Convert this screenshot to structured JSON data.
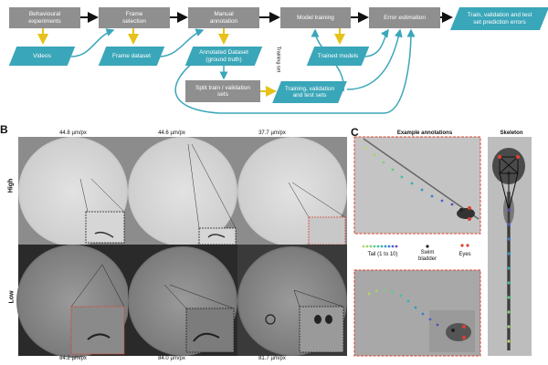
{
  "flowchart": {
    "boxes": {
      "behavioural": "Behavioural\nexperiments",
      "frame_selection": "Frame\nselection",
      "manual_annotation": "Manual\nannotation",
      "model_training": "Model training",
      "error_estimation": "Error estimation",
      "split": "Split train / validation\nsets"
    },
    "data": {
      "videos": "Videos",
      "frame_dataset": "Frame dataset",
      "annotated": "Annotated Dataset\n(ground truth)",
      "trained_models": "Trained models",
      "train_val_test": "Training, validation\nand test sets",
      "prediction_errors": "Train, validation and test\nset prediction errors"
    },
    "training_set_label": "Training set"
  },
  "panel_b": {
    "letter": "B",
    "row_high": "High",
    "row_low": "Low",
    "scales_top": [
      "44.8 µm/px",
      "44.6 µm/px",
      "37.7 µm/px"
    ],
    "scales_bottom": [
      "84.2 µm/px",
      "84.0 µm/px",
      "81.7 µm/px"
    ]
  },
  "panel_c": {
    "letter": "C",
    "title_annotations": "Example annotations",
    "title_skeleton": "Skeleton",
    "legend_tail": "Tail (1 to 10)",
    "legend_swim": "Swim\nbladder",
    "legend_eyes": "Eyes"
  },
  "colors": {
    "process_box": "#8f8f8f",
    "data_box": "#3aa6b9",
    "arrow_black": "#111111",
    "arrow_yellow": "#e6c21a",
    "arrow_teal": "#3aa6b9",
    "inset_red": "#d9432f"
  }
}
